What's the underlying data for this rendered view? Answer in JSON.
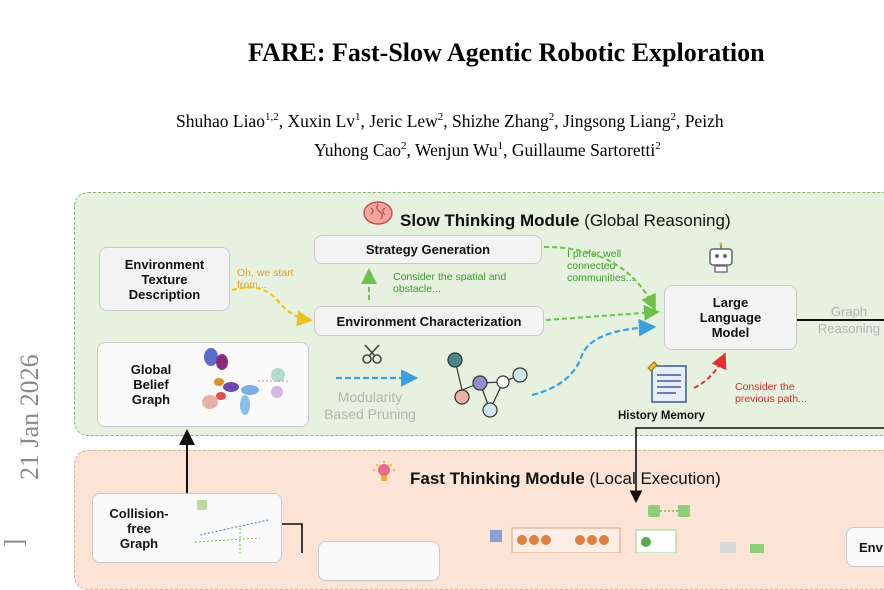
{
  "paper": {
    "title": "FARE: Fast-Slow Agentic Robotic Exploration",
    "authors_line1": "Shuhao Liao1,2, Xuxin Lv1, Jeric Lew2, Shizhe Zhang2, Jingsong Liang2, Peizh",
    "authors_line2": "Yuhong Cao2, Wenjun Wu1, Guillaume Sartoretti2",
    "arxiv_stamp": "21 Jan 2026",
    "arxiv_stamp_prefix": "]"
  },
  "figure": {
    "slow_module": {
      "title_bold": "Slow Thinking Module",
      "title_rest": " (Global Reasoning)",
      "env_texture_box": "Environment Texture Description",
      "note_oh": "Oh, we start from...",
      "strategy_generation": "Strategy Generation",
      "note_consider_spatial": "Consider the spatial and obstacle...",
      "env_characterization": "Environment Characterization",
      "note_prefer": "I prefer well connected communities...",
      "llm_box": "Large Language Model",
      "graph_reasoning": "Graph Reasoning",
      "global_belief_graph": "Global Belief Graph",
      "modularity_pruning": "Modularity Based Pruning",
      "history_memory": "History Memory",
      "note_previous_path": "Consider the previous path..."
    },
    "fast_module": {
      "title_bold": "Fast Thinking Module",
      "title_rest": " (Local Execution)",
      "collision_free_graph": "Collision-free Graph",
      "partial_right": "Env"
    },
    "colors": {
      "slow_bg": "#e7f1df",
      "fast_bg": "#fbe3d6",
      "blue_arrow": "#3aa0e0",
      "green_arrow": "#6cc24a",
      "orange_arrow": "#f0c020",
      "red_arrow": "#e03030"
    },
    "icons": [
      "brain-icon",
      "robot-icon",
      "scissors-icon",
      "history-document-icon",
      "lightbulb-brain-icon"
    ]
  }
}
